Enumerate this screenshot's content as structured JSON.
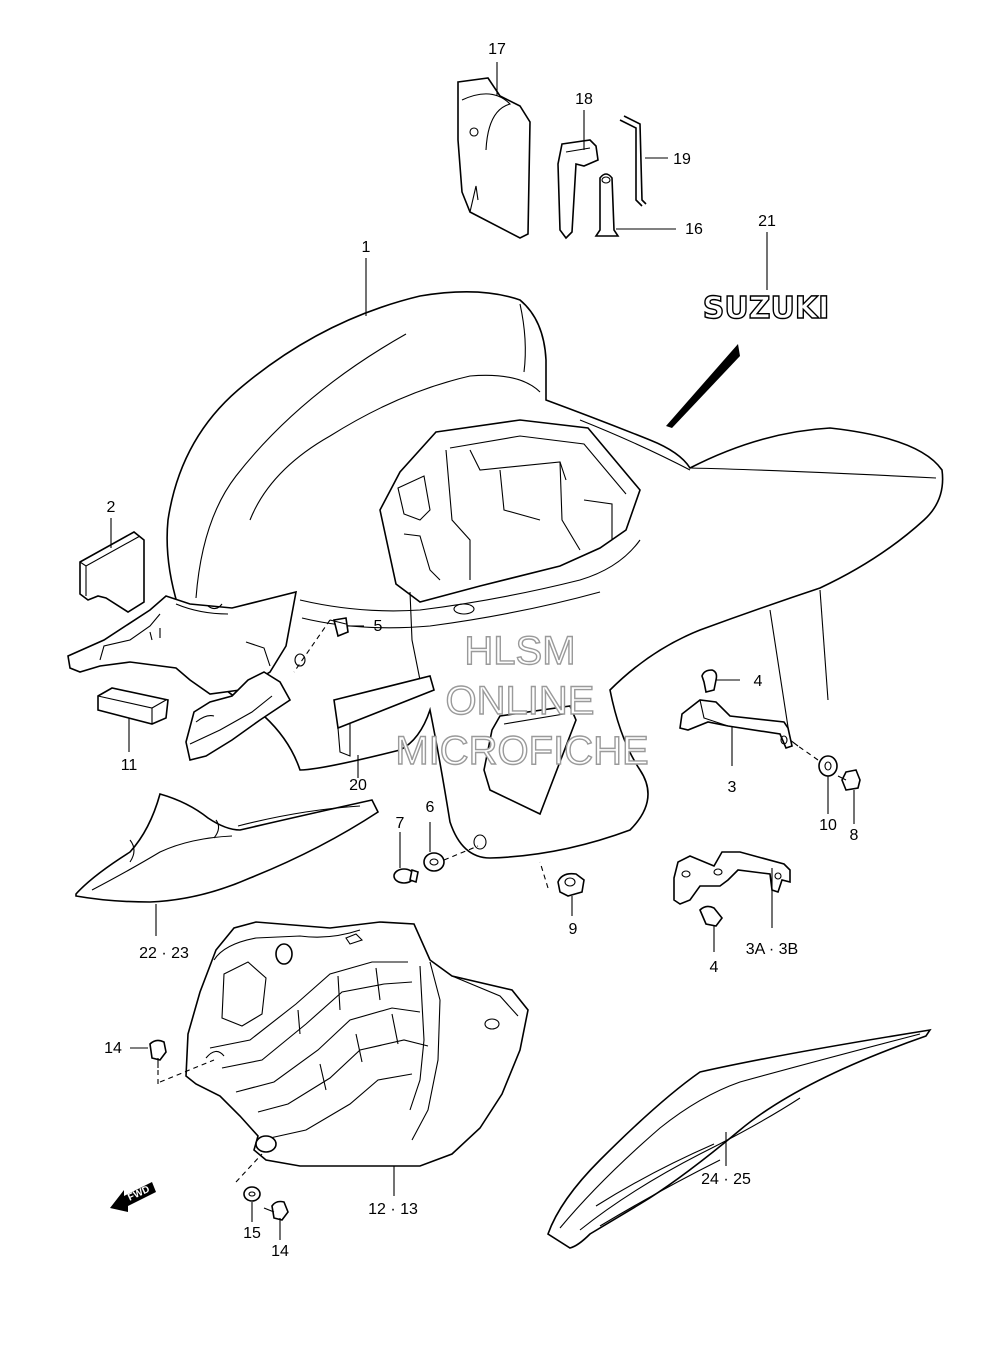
{
  "labels": {
    "p1": "1",
    "p2": "2",
    "p3": "3",
    "p3ab": "3A · 3B",
    "p4a": "4",
    "p4b": "4",
    "p5": "5",
    "p6": "6",
    "p7": "7",
    "p8": "8",
    "p9": "9",
    "p10": "10",
    "p11": "11",
    "p1213": "12 · 13",
    "p14a": "14",
    "p14b": "14",
    "p15": "15",
    "p16": "16",
    "p17": "17",
    "p18": "18",
    "p19": "19",
    "p20": "20",
    "p21": "21",
    "p2223": "22 · 23",
    "p2425": "24 · 25"
  },
  "logo_text": "SUZUKI",
  "fwd_text": "FWD",
  "watermark": {
    "line1": "HLSM",
    "line2": "ONLINE",
    "line3": "MICROFICHE"
  }
}
